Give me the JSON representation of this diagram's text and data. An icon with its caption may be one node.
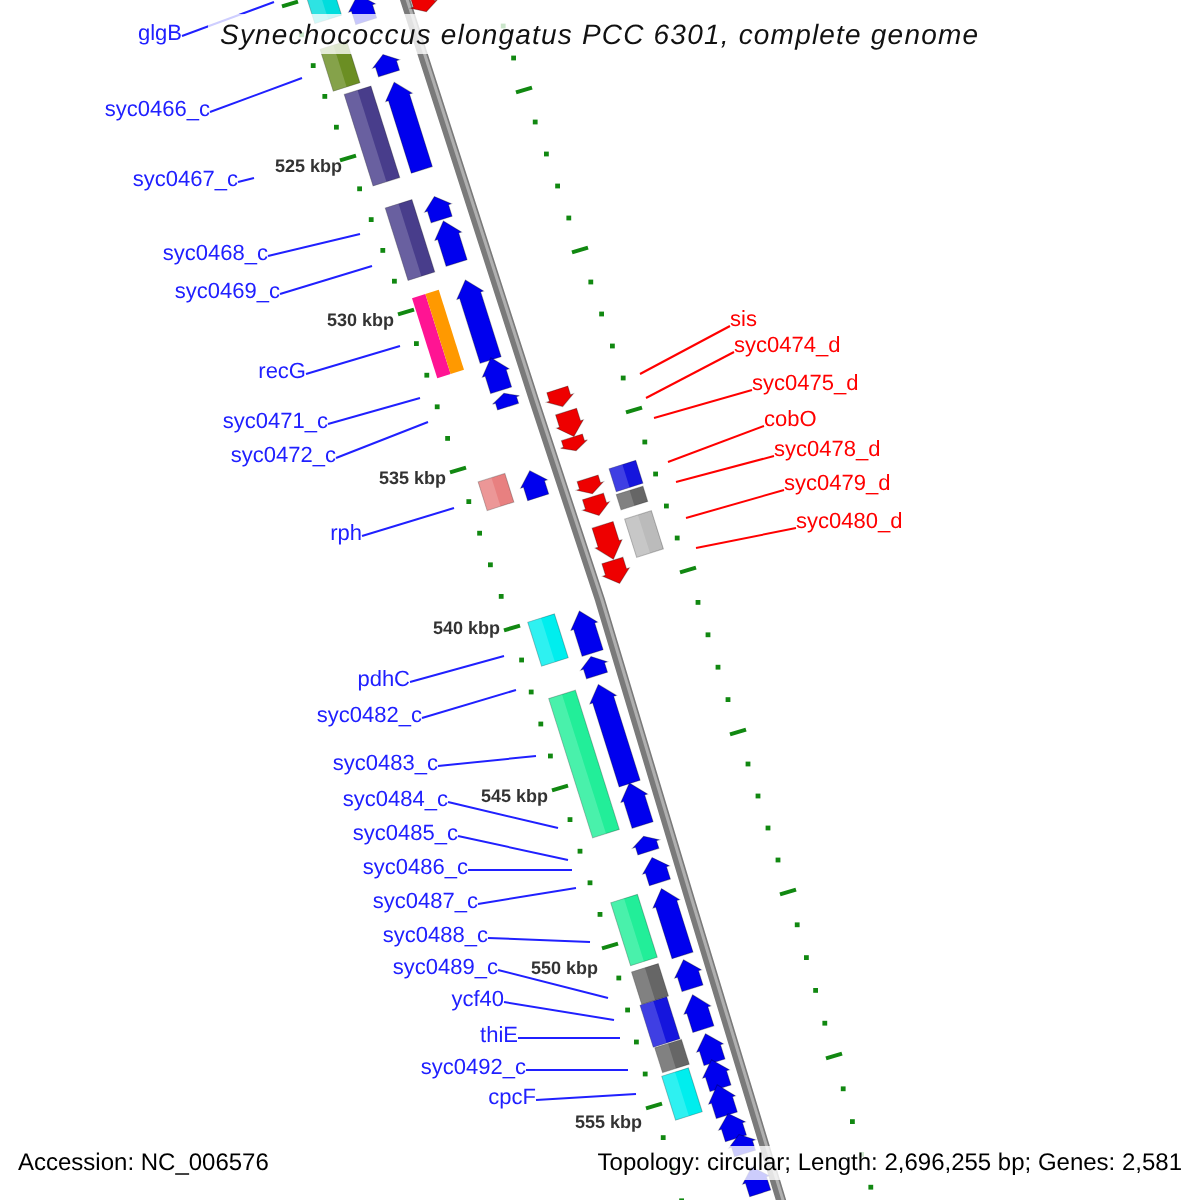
{
  "diagram": {
    "title": "Synechococcus elongatus PCC 6301, complete genome",
    "nodes": [
      {
        "text": [
          "glgB"
        ]
      },
      {
        "text": [
          "syc0466_c"
        ]
      },
      {
        "text": [
          "syc0467_c"
        ]
      },
      {
        "text": [
          "syc0468_c"
        ]
      },
      {
        "text": [
          "syc0469_c"
        ]
      },
      {
        "text": [
          "recG"
        ]
      },
      {
        "text": [
          "syc0471_c"
        ]
      },
      {
        "text": [
          "syc0472_c"
        ]
      },
      {
        "text": [
          "rph"
        ]
      },
      {
        "text": [
          "pdhC"
        ]
      },
      {
        "text": [
          "syc0482_c"
        ]
      },
      {
        "text": [
          "syc0483_c"
        ]
      },
      {
        "text": [
          "syc0484_c"
        ]
      },
      {
        "text": [
          "syc0485_c"
        ]
      },
      {
        "text": [
          "syc0486_c"
        ]
      },
      {
        "text": [
          "syc0487_c"
        ]
      },
      {
        "text": [
          "syc0488_c"
        ]
      },
      {
        "text": [
          "syc0489_c"
        ]
      },
      {
        "text": [
          "ycf40"
        ]
      },
      {
        "text": [
          "thiE"
        ]
      },
      {
        "text": [
          "syc0492_c"
        ]
      },
      {
        "text": [
          "cpcF"
        ]
      },
      {
        "text": [
          "sis"
        ]
      },
      {
        "text": [
          "syc0474_d"
        ]
      },
      {
        "text": [
          "syc0475_d"
        ]
      },
      {
        "text": [
          "cobO"
        ]
      },
      {
        "text": [
          "syc0478_d"
        ]
      },
      {
        "text": [
          "syc0479_d"
        ]
      },
      {
        "text": [
          "syc0480_d"
        ]
      }
    ],
    "edges": [
      {
        "from": 0,
        "to": null,
        "arrow": "none"
      },
      {
        "from": 1,
        "to": null,
        "arrow": "none"
      },
      {
        "from": 2,
        "to": null,
        "arrow": "none"
      },
      {
        "from": 3,
        "to": null,
        "arrow": "none"
      },
      {
        "from": 4,
        "to": null,
        "arrow": "none"
      },
      {
        "from": 5,
        "to": null,
        "arrow": "none"
      },
      {
        "from": 6,
        "to": null,
        "arrow": "none"
      },
      {
        "from": 7,
        "to": null,
        "arrow": "none"
      },
      {
        "from": 8,
        "to": null,
        "arrow": "none"
      },
      {
        "from": 9,
        "to": null,
        "arrow": "none"
      },
      {
        "from": 10,
        "to": null,
        "arrow": "none"
      },
      {
        "from": 11,
        "to": null,
        "arrow": "none"
      },
      {
        "from": 12,
        "to": null,
        "arrow": "none"
      },
      {
        "from": 13,
        "to": null,
        "arrow": "none"
      },
      {
        "from": 14,
        "to": null,
        "arrow": "none"
      },
      {
        "from": 15,
        "to": null,
        "arrow": "none"
      },
      {
        "from": 16,
        "to": null,
        "arrow": "none"
      },
      {
        "from": 17,
        "to": null,
        "arrow": "none"
      },
      {
        "from": 18,
        "to": null,
        "arrow": "none"
      },
      {
        "from": 19,
        "to": null,
        "arrow": "none"
      },
      {
        "from": 20,
        "to": null,
        "arrow": "none"
      },
      {
        "from": 21,
        "to": null,
        "arrow": "none"
      },
      {
        "from": 22,
        "to": null,
        "arrow": "none",
        "color": "#ff0000"
      },
      {
        "from": 23,
        "to": null,
        "arrow": "none",
        "color": "#ff0000"
      },
      {
        "from": 24,
        "to": null,
        "arrow": "none",
        "color": "#ff0000"
      },
      {
        "from": 25,
        "to": null,
        "arrow": "none",
        "color": "#ff0000"
      },
      {
        "from": 26,
        "to": null,
        "arrow": "none",
        "color": "#ff0000"
      },
      {
        "from": 27,
        "to": null,
        "arrow": "none",
        "color": "#ff0000"
      },
      {
        "from": 28,
        "to": null,
        "arrow": "none",
        "color": "#ff0000"
      }
    ],
    "labels": [
      "525 kbp",
      "530 kbp",
      "535 kbp",
      "540 kbp",
      "545 kbp",
      "550 kbp",
      "555 kbp",
      "Accession: NC_006576",
      "Topology: circular; Length: 2,696,255 bp; Genes: 2,581"
    ]
  }
}
